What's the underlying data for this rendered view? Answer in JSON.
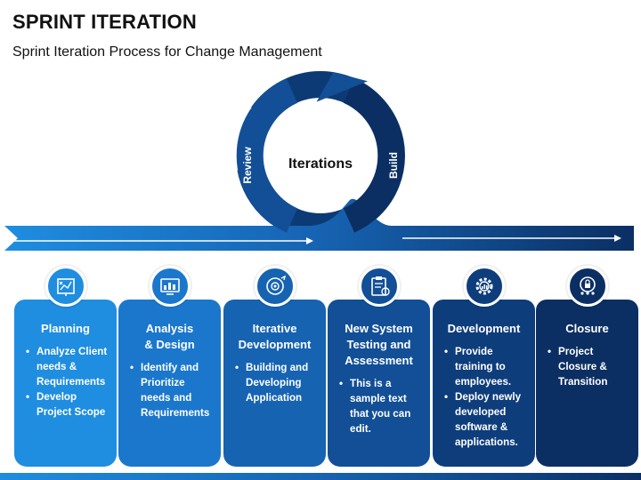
{
  "slide": {
    "title": "SPRINT ITERATION",
    "subtitle": "Sprint Iteration Process for Change Management"
  },
  "cycle": {
    "center_label": "Iterations",
    "left_label": "Review",
    "right_label": "Build"
  },
  "steps": [
    {
      "title": "Planning",
      "icon": "strategy-board-icon",
      "color": "#1f8de0",
      "bullets": [
        "Analyze Client needs & Requirements",
        "Develop Project Scope"
      ]
    },
    {
      "title": "Analysis\n& Design",
      "icon": "analytics-screen-icon",
      "color": "#1b77cc",
      "bullets": [
        "Identify and Prioritize needs and Requirements"
      ]
    },
    {
      "title": "Iterative\nDevelopment",
      "icon": "target-cycle-icon",
      "color": "#1663b2",
      "bullets": [
        "Building and Developing Application"
      ]
    },
    {
      "title": "New System\nTesting and\nAssessment",
      "icon": "clipboard-test-icon",
      "color": "#124f97",
      "bullets": [
        "This is a sample text that you can edit."
      ]
    },
    {
      "title": "Development",
      "icon": "gear-chart-icon",
      "color": "#0e3d7c",
      "bullets": [
        "Provide training to employees.",
        "Deploy newly developed software & applications."
      ]
    },
    {
      "title": "Closure",
      "icon": "lock-team-icon",
      "color": "#0b2f63",
      "bullets": [
        "Project Closure & Transition"
      ]
    }
  ],
  "colors": {
    "dark_navy": "#0b2f63",
    "bright_blue": "#1f8de0",
    "mid_blue": "#1663b2"
  }
}
